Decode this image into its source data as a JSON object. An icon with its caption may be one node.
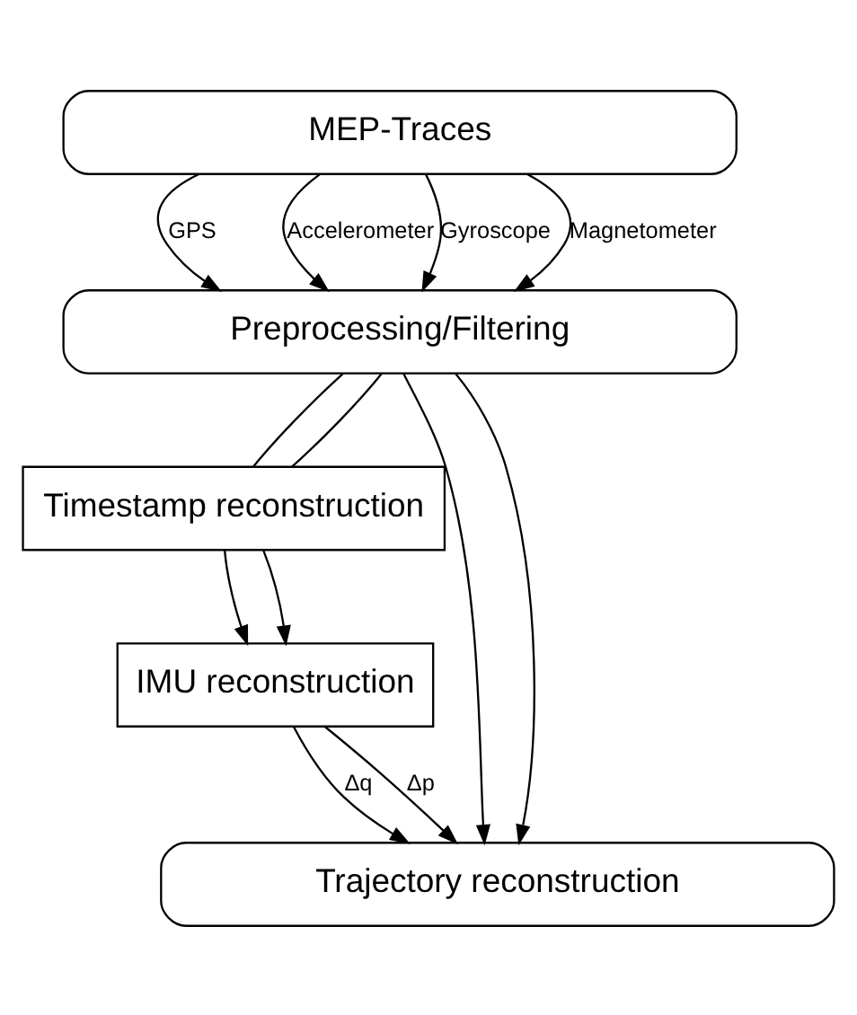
{
  "diagram": {
    "nodes": [
      {
        "text": [
          "MEP-Traces"
        ]
      },
      {
        "text": [
          "Preprocessing/Filtering"
        ]
      },
      {
        "text": [
          "Timestamp reconstruction"
        ]
      },
      {
        "text": [
          "IMU reconstruction"
        ]
      },
      {
        "text": [
          "Trajectory reconstruction"
        ]
      }
    ],
    "edges": [
      {
        "from": 0,
        "to": 1,
        "arrow": "to",
        "label": "GPS"
      },
      {
        "from": 0,
        "to": 1,
        "arrow": "to",
        "label": "Accelerometer"
      },
      {
        "from": 0,
        "to": 1,
        "arrow": "to",
        "label": "Gyroscope"
      },
      {
        "from": 0,
        "to": 1,
        "arrow": "to",
        "label": "Magnetometer"
      },
      {
        "from": 1,
        "to": 4,
        "arrow": "to"
      },
      {
        "from": 1,
        "to": 2,
        "arrow": "none"
      },
      {
        "from": 1,
        "to": 2,
        "arrow": "none"
      },
      {
        "from": 1,
        "to": 4,
        "arrow": "to"
      },
      {
        "from": 2,
        "to": 3,
        "arrow": "to"
      },
      {
        "from": 2,
        "to": 3,
        "arrow": "to"
      },
      {
        "from": 3,
        "to": 4,
        "arrow": "to",
        "label": "Δq"
      },
      {
        "from": 3,
        "to": 4,
        "arrow": "to",
        "label": "Δp"
      }
    ]
  }
}
